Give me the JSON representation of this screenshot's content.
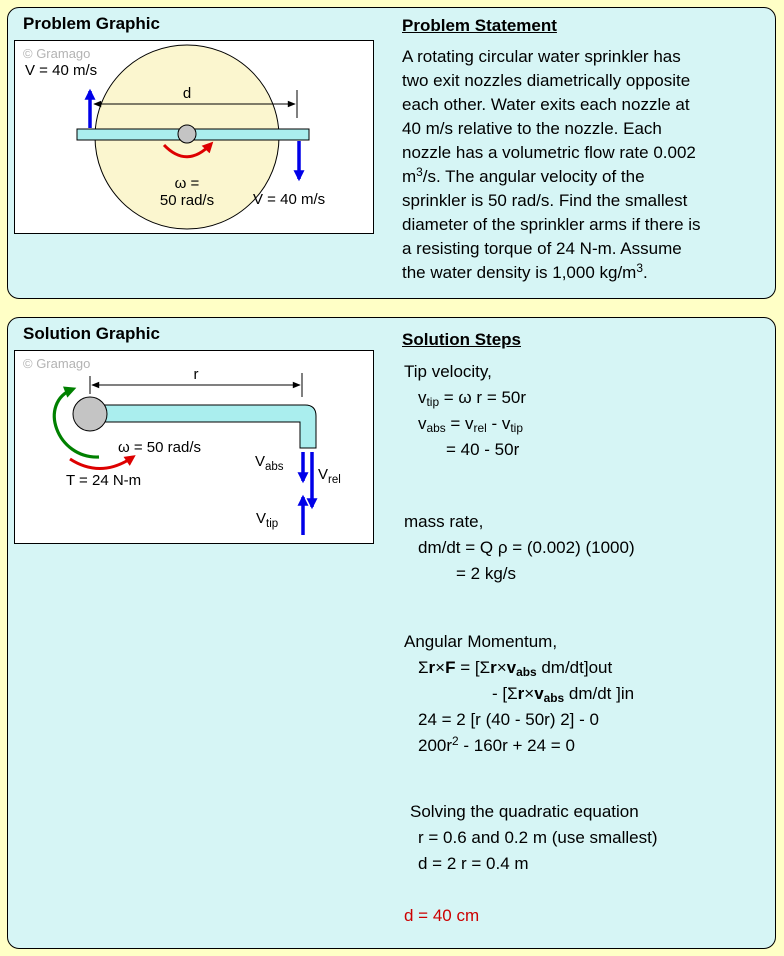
{
  "colors": {
    "page_bg": "#FFFFC6",
    "panel_bg": "#D6F5F5",
    "pipe_fill": "#AAEEEE",
    "rotation_circle_fill": "#FBF6CF",
    "hub_fill": "#C4C4C4",
    "arrow_blue": "#0000E8",
    "arrow_red": "#DD0000",
    "arrow_green": "#008000",
    "answer": "#CC0000",
    "watermark_gray": "#B3B3B3"
  },
  "problem": {
    "graphic_title": "Problem Graphic",
    "watermark": "© Gramago",
    "diagram": {
      "v_left": "V = 40 m/s",
      "v_right": "V = 40 m/s",
      "d_label": "d",
      "omega_line1": "ω =",
      "omega_line2": "50 rad/s"
    },
    "statement_title": "Problem Statement",
    "statement_lines": [
      [
        {
          "t": "A rotating circular water sprinkler has"
        }
      ],
      [
        {
          "t": "two exit nozzles diametrically opposite"
        }
      ],
      [
        {
          "t": "each other. Water exits each nozzle at"
        }
      ],
      [
        {
          "t": "40 m/s relative to the nozzle. Each"
        }
      ],
      [
        {
          "t": "nozzle has a volumetric flow rate 0.002"
        }
      ],
      [
        {
          "t": "m"
        },
        {
          "t": "3",
          "sup": true
        },
        {
          "t": "/s. The angular velocity of the"
        }
      ],
      [
        {
          "t": "sprinkler is 50 rad/s. Find the smallest"
        }
      ],
      [
        {
          "t": "diameter of the sprinkler arms if there is"
        }
      ],
      [
        {
          "t": "a resisting torque of 24 N-m. Assume"
        }
      ],
      [
        {
          "t": "the water density is 1,000 kg/m"
        },
        {
          "t": "3",
          "sup": true
        },
        {
          "t": "."
        }
      ]
    ]
  },
  "solution": {
    "graphic_title": "Solution Graphic",
    "watermark": "© Gramago",
    "diagram": {
      "r_label": "r",
      "omega_label": "ω = 50 rad/s",
      "torque_label": "T = 24 N-m",
      "v_abs_main": "V",
      "v_abs_sub": "abs",
      "v_rel_main": "V",
      "v_rel_sub": "rel",
      "v_tip_main": "V",
      "v_tip_sub": "tip"
    },
    "steps_title": "Solution Steps",
    "lines": [
      [
        {
          "t": "Tip velocity,"
        }
      ],
      [
        {
          "t": "v"
        },
        {
          "t": "tip",
          "sub": true
        },
        {
          "t": " = ω r = 50r"
        }
      ],
      [
        {
          "t": "v"
        },
        {
          "t": "abs",
          "sub": true
        },
        {
          "t": " = v"
        },
        {
          "t": "rel",
          "sub": true
        },
        {
          "t": " - v"
        },
        {
          "t": "tip",
          "sub": true
        }
      ],
      [
        {
          "t": "= 40 - 50r"
        }
      ],
      [
        {
          "t": "mass rate,"
        }
      ],
      [
        {
          "t": "dm/dt = Q ρ = (0.002) (1000)"
        }
      ],
      [
        {
          "t": "= 2 kg/s"
        }
      ],
      [
        {
          "t": "Angular Momentum,"
        }
      ],
      [
        {
          "t": "Σ"
        },
        {
          "t": "r",
          "b": true
        },
        {
          "t": "×"
        },
        {
          "t": "F",
          "b": true
        },
        {
          "t": " = [Σ"
        },
        {
          "t": "r",
          "b": true
        },
        {
          "t": "×"
        },
        {
          "t": "v",
          "b": true
        },
        {
          "t": "abs",
          "b": true,
          "sub": true
        },
        {
          "t": " dm/dt]out"
        }
      ],
      [
        {
          "t": "- [Σ"
        },
        {
          "t": "r",
          "b": true
        },
        {
          "t": "×"
        },
        {
          "t": "v",
          "b": true
        },
        {
          "t": "abs",
          "b": true,
          "sub": true
        },
        {
          "t": " dm/dt ]in"
        }
      ],
      [
        {
          "t": "24 = 2 [r (40 - 50r) 2] - 0"
        }
      ],
      [
        {
          "t": "200r"
        },
        {
          "t": "2",
          "sup": true
        },
        {
          "t": " - 160r + 24 = 0"
        }
      ],
      [
        {
          "t": "Solving the quadratic equation"
        }
      ],
      [
        {
          "t": "r = 0.6 and 0.2 m (use smallest)"
        }
      ],
      [
        {
          "t": "d = 2 r = 0.4 m"
        }
      ],
      [
        {
          "t": "d = 40 cm"
        }
      ]
    ]
  }
}
